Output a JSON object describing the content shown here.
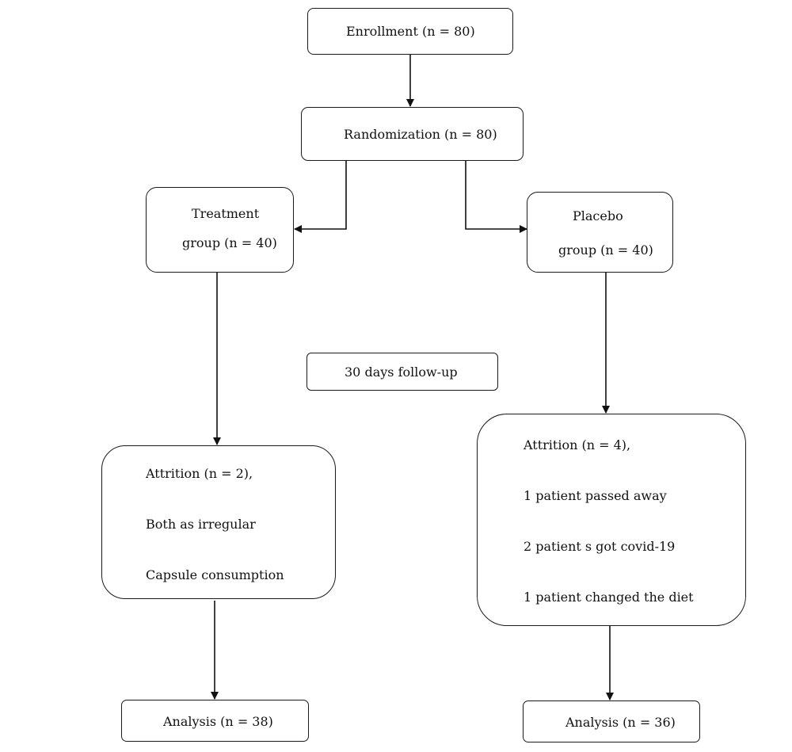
{
  "enrollment": {
    "label": "Enrollment (n = 80)"
  },
  "randomization": {
    "label": "Randomization (n = 80)"
  },
  "treatment": {
    "line1": "Treatment",
    "line2": "group (n = 40)"
  },
  "placebo": {
    "line1": "Placebo",
    "line2": "group (n = 40)"
  },
  "followup": {
    "label": "30 days follow-up"
  },
  "treatment_attrition": {
    "lines": [
      "Attrition (n = 2),",
      "Both as irregular",
      "Capsule consumption"
    ]
  },
  "placebo_attrition": {
    "lines": [
      "Attrition (n = 4),",
      "1 patient passed away",
      "2 patient s got covid-19",
      "1 patient changed the diet"
    ]
  },
  "treatment_analysis": {
    "label": "Analysis (n = 38)"
  },
  "placebo_analysis": {
    "label": "Analysis (n = 36)"
  }
}
